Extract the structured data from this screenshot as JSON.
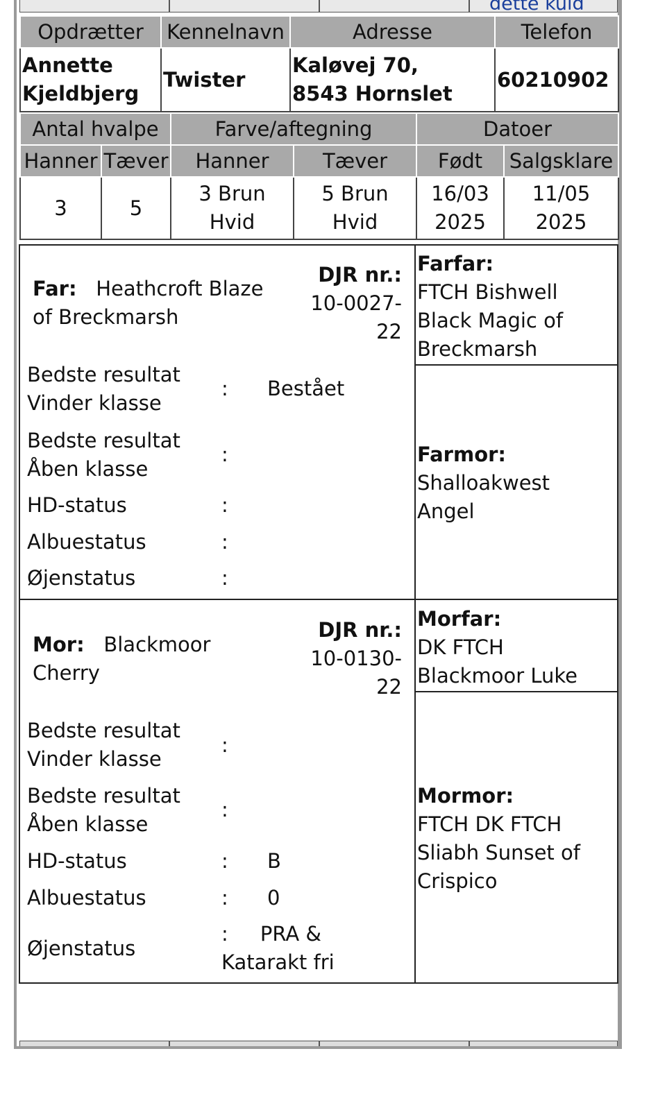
{
  "top_link": "dette kuld",
  "breeder_table": {
    "headers": [
      "Opdrætter",
      "Kennelnavn",
      "Adresse",
      "Telefon"
    ],
    "breeder_name_line1": "Annette",
    "breeder_name_line2": "Kjeldbjerg",
    "kennel": "Twister",
    "address_line1": "Kaløvej 70,",
    "address_line2": "8543 Hornslet",
    "phone": "60210902"
  },
  "litter_table": {
    "group_headers": [
      "Antal hvalpe",
      "Farve/aftegning",
      "Datoer"
    ],
    "sub_headers": [
      "Hanner",
      "Tæver",
      "Hanner",
      "Tæver",
      "Født",
      "Salgsklare"
    ],
    "males": "3",
    "females": "5",
    "male_color_line1": "3 Brun",
    "male_color_line2": "Hvid",
    "female_color_line1": "5 Brun",
    "female_color_line2": "Hvid",
    "born_line1": "16/03",
    "born_line2": "2025",
    "ready_line1": "11/05",
    "ready_line2": "2025"
  },
  "father": {
    "label": "Far:",
    "name_line1": "Heathcroft Blaze",
    "name_line2": "of Breckmarsh",
    "djr_label": "DJR nr.:",
    "djr_line1": "10-0027-",
    "djr_line2": "22",
    "rows": [
      {
        "label_line1": "Bedste resultat",
        "label_line2": "Vinder klasse",
        "colon": ":",
        "value": "Bestået"
      },
      {
        "label_line1": "Bedste resultat",
        "label_line2": "Åben klasse",
        "colon": ":",
        "value": ""
      },
      {
        "label_line1": "HD-status",
        "label_line2": "",
        "colon": ":",
        "value": ""
      },
      {
        "label_line1": "Albuestatus",
        "label_line2": "",
        "colon": ":",
        "value": ""
      },
      {
        "label_line1": "Øjenstatus",
        "label_line2": "",
        "colon": ":",
        "value": ""
      }
    ],
    "grandfather_label": "Farfar:",
    "grandfather_line1": "FTCH Bishwell",
    "grandfather_line2": "Black Magic of",
    "grandfather_line3": "Breckmarsh",
    "grandmother_label": "Farmor:",
    "grandmother_line1": "Shalloakwest",
    "grandmother_line2": "Angel"
  },
  "mother": {
    "label": "Mor:",
    "name_line1": "Blackmoor",
    "name_line2": "Cherry",
    "djr_label": "DJR nr.:",
    "djr_line1": "10-0130-",
    "djr_line2": "22",
    "rows": [
      {
        "label_line1": "Bedste resultat",
        "label_line2": "Vinder klasse",
        "colon": ":",
        "value": ""
      },
      {
        "label_line1": "Bedste resultat",
        "label_line2": "Åben klasse",
        "colon": ":",
        "value": ""
      },
      {
        "label_line1": "HD-status",
        "label_line2": "",
        "colon": ":",
        "value": "B"
      },
      {
        "label_line1": "Albuestatus",
        "label_line2": "",
        "colon": ":",
        "value": "0"
      },
      {
        "label_line1": "Øjenstatus",
        "label_line2": "",
        "colon": ":",
        "value": "PRA &",
        "value_line2": "Katarakt fri"
      }
    ],
    "grandfather_label": "Morfar:",
    "grandfather_line1": "DK FTCH",
    "grandfather_line2": "Blackmoor Luke",
    "grandmother_label": "Mormor:",
    "grandmother_line1": "FTCH DK FTCH",
    "grandmother_line2": "Sliabh Sunset of",
    "grandmother_line3": "Crispico"
  }
}
